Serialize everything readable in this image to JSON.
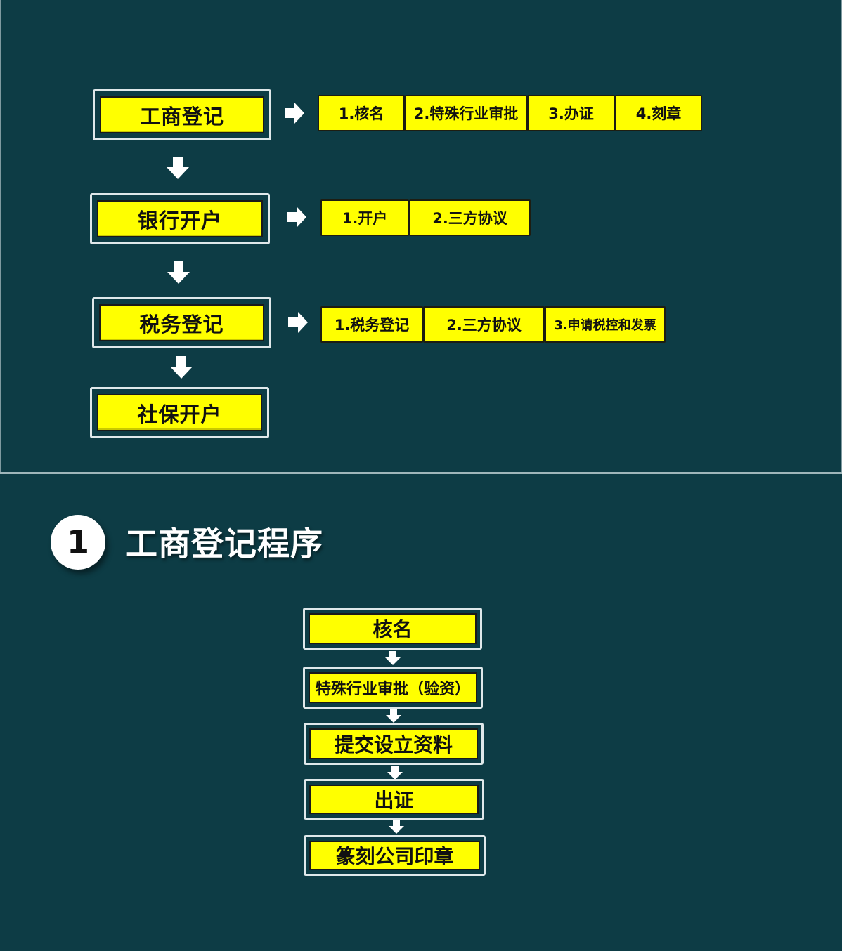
{
  "overview": {
    "stages": [
      {
        "label": "工商登记",
        "steps": [
          "1.核名",
          "2.特殊行业审批",
          "3.办证",
          "4.刻章"
        ]
      },
      {
        "label": "银行开户",
        "steps": [
          "1.开户",
          "2.三方协议"
        ]
      },
      {
        "label": "税务登记",
        "steps": [
          "1.税务登记",
          "2.三方协议",
          "3.申请税控和发票"
        ]
      },
      {
        "label": "社保开户",
        "steps": []
      }
    ]
  },
  "section": {
    "number": "1",
    "title": "工商登记程序",
    "flow": [
      "核名",
      "特殊行业审批（验资）",
      "提交设立资料",
      "出证",
      "篆刻公司印章"
    ]
  },
  "colors": {
    "background": "#0d3c45",
    "box_fill": "#ffff00",
    "box_border": "#dfe8ea",
    "arrow": "#ffffff",
    "text": "#111111"
  }
}
